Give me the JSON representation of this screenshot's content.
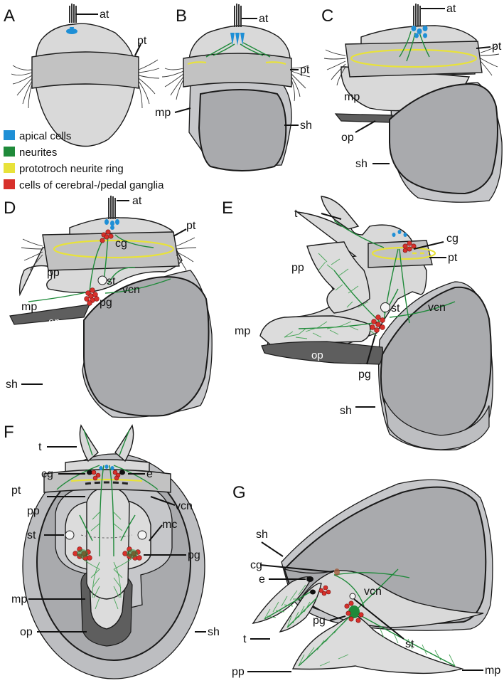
{
  "panels": [
    "A",
    "B",
    "C",
    "D",
    "E",
    "F",
    "G"
  ],
  "legend": [
    {
      "label": "apical cells",
      "color": "#1e8fd6"
    },
    {
      "label": "neurites",
      "color": "#1f8a3a"
    },
    {
      "label": "prototroch neurite ring",
      "color": "#e8e23a"
    },
    {
      "label": "cells of cerebral-/pedal ganglia",
      "color": "#d7302b"
    }
  ],
  "labels": {
    "at": "at",
    "pt": "pt",
    "mp": "mp",
    "sh": "sh",
    "op": "op",
    "pp": "pp",
    "cg": "cg",
    "st": "st",
    "pg": "pg",
    "vcn": "vcn",
    "t": "t",
    "e": "e",
    "mc": "mc"
  }
}
